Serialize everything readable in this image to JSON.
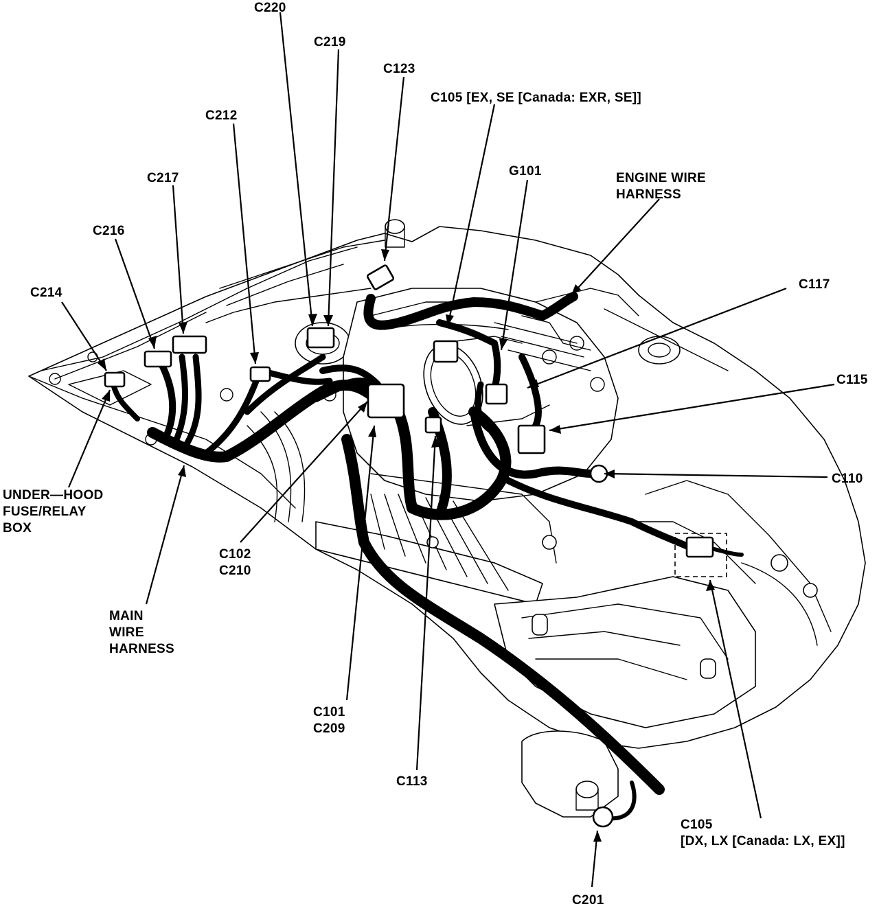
{
  "colors": {
    "ink": "#000000",
    "paper": "#ffffff"
  },
  "labels": {
    "c220": "C220",
    "c219": "C219",
    "c123": "C123",
    "c105_top": "C105 [EX, SE [Canada: EXR, SE]]",
    "c212": "C212",
    "g101": "G101",
    "engine_harness": "ENGINE WIRE\nHARNESS",
    "c217": "C217",
    "c216": "C216",
    "c117": "C117",
    "c214": "C214",
    "c115": "C115",
    "c110": "C110",
    "under_hood": "UNDER—HOOD\nFUSE/RELAY\nBOX",
    "c102_c210": "C102\nC210",
    "main_harness": "MAIN\nWIRE\nHARNESS",
    "c101_c209": "C101\nC209",
    "c113": "C113",
    "c105_bottom": "C105\n[DX, LX [Canada: LX, EX]]",
    "c201": "C201"
  }
}
